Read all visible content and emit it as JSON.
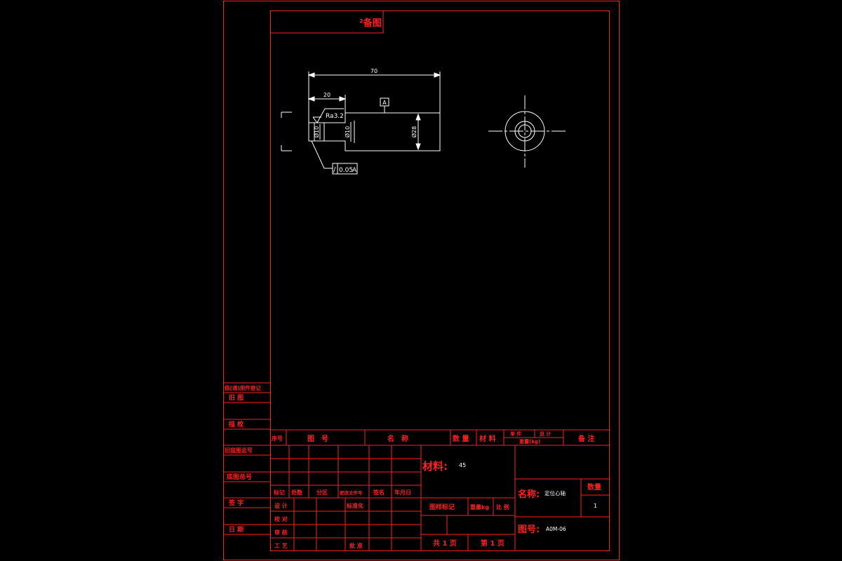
{
  "colors": {
    "background": "#000000",
    "frame": "#ff0000",
    "geometry": "#ffffff"
  },
  "top_label": "²备图",
  "drawing": {
    "dim_overall_length": "70",
    "dim_step_length": "20",
    "roughness": "Ra3.2",
    "datum": "A",
    "dia_small_1": "Ø10",
    "dia_small_2": "Ø10",
    "dia_large": "Ø28",
    "tolerance_value": "0.05",
    "tolerance_datum": "A"
  },
  "left_column": {
    "r1": "借(通)用件登记",
    "r2": "旧 图",
    "r3": "描 校",
    "r4": "旧底图总号",
    "r5": "底图总号",
    "r6": "签 字",
    "r7": "日 期"
  },
  "bom_header": {
    "seq": "序号",
    "drawing_no": "图　号",
    "name": "名　称",
    "qty": "数 量",
    "material": "材 料",
    "unit": "单 件",
    "total": "总 计",
    "weight": "重量(kg)",
    "remark": "备 注"
  },
  "change_table": {
    "mark": "标记",
    "count": "处数",
    "zone": "分区",
    "doc_no": "更改文件号",
    "sign": "签名",
    "date": "年月日",
    "design": "设 计",
    "standardize": "标准化",
    "check": "校 对",
    "review": "审 核",
    "process": "工 艺",
    "approve": "批 准"
  },
  "title_block": {
    "material_label": "材料:",
    "material_value": "45",
    "stage_mark": "图样标记",
    "weight": "重量kg",
    "scale": "比 例",
    "total_pages": "共 1 页",
    "page_no": "第 1 页",
    "name_label": "名称:",
    "name_value": "定位心轴",
    "qty_label": "数量",
    "qty_value": "1",
    "drawing_no_label": "图号:",
    "drawing_no_value": "A0M-06"
  }
}
